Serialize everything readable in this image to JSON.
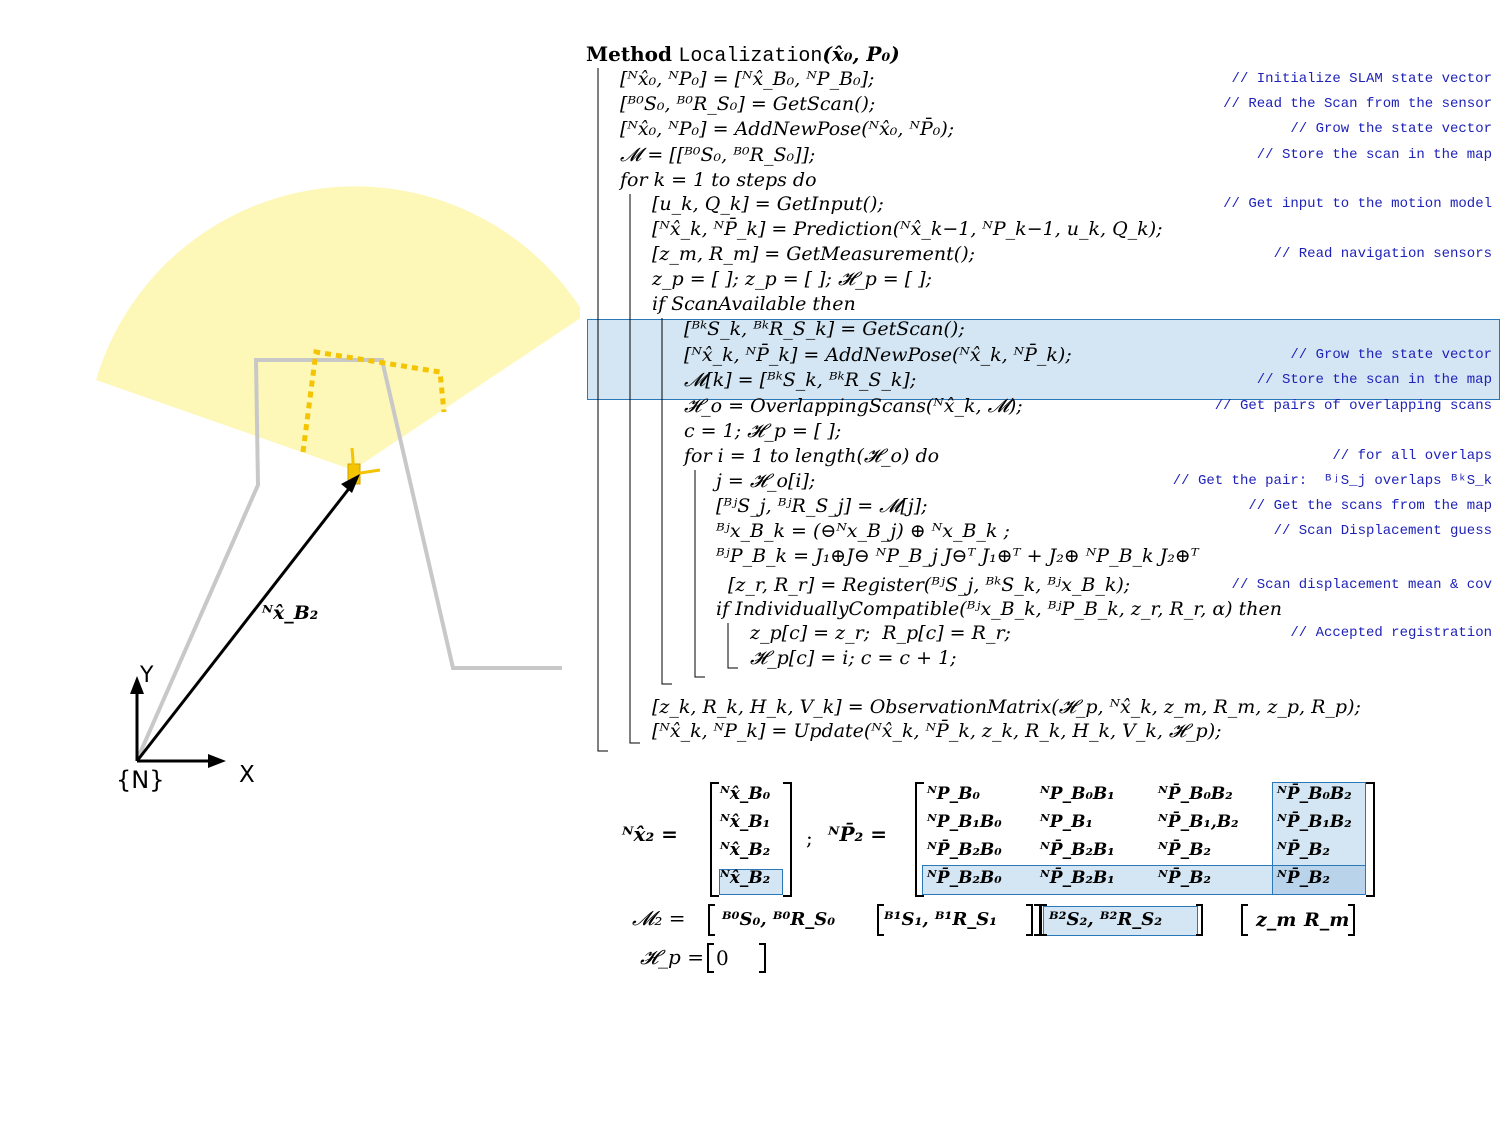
{
  "figure": {
    "frame": {
      "origin_label": "{N}",
      "x_label": "X",
      "y_label": "Y",
      "pose_vector_label": "ᴺx̂_B₂"
    },
    "colors": {
      "scan_fan": "#fdf7b8",
      "scan_points": "#f5c400",
      "environment_walls": "#c8c8c8",
      "highlight_fill": "#d4e6f3",
      "highlight_border": "#2a78b8",
      "comment_text": "#1f22b8"
    }
  },
  "algorithm": {
    "method_keyword": "Method",
    "method_name": "Localization",
    "method_args": "(x̂₀, P₀)",
    "lines": [
      {
        "code": "[ᴺx̂₀, ᴺP₀] = [ᴺx̂_B₀, ᴺP_B₀];",
        "comment": "// Initialize SLAM state vector"
      },
      {
        "code": "[ᴮ⁰S₀, ᴮ⁰R_S₀] = GetScan();",
        "comment": "// Read the Scan from the sensor"
      },
      {
        "code": "[ᴺx̂₀, ᴺP₀] = AddNewPose(ᴺx̂₀, ᴺP̄₀);",
        "comment": "// Grow the state vector"
      },
      {
        "code": "𝓜 = [[ᴮ⁰S₀, ᴮ⁰R_S₀]];",
        "comment": "// Store the scan in the map"
      },
      {
        "code": "for k = 1 to steps do",
        "comment": ""
      },
      {
        "code": "[u_k, Q_k] = GetInput();",
        "comment": "// Get input to the motion model"
      },
      {
        "code": "[ᴺx̂_k, ᴺP̄_k] = Prediction(ᴺx̂_k−1, ᴺP_k−1, u_k, Q_k);",
        "comment": ""
      },
      {
        "code": "[z_m, R_m] = GetMeasurement();",
        "comment": "// Read navigation sensors"
      },
      {
        "code": "z_p = [ ]; z_p = [ ]; 𝓗_p = [ ];",
        "comment": ""
      },
      {
        "code": "if ScanAvailable then",
        "comment": ""
      },
      {
        "code": "[ᴮᵏS_k, ᴮᵏR_S_k] = GetScan();",
        "comment": ""
      },
      {
        "code": "[ᴺx̂_k, ᴺP̄_k] = AddNewPose(ᴺx̂_k, ᴺP̄_k);",
        "comment": "// Grow the state vector"
      },
      {
        "code": "𝓜[k] = [ᴮᵏS_k, ᴮᵏR_S_k];",
        "comment": "// Store the scan in the map"
      },
      {
        "code": "𝓗_o = OverlappingScans(ᴺx̂_k, 𝓜);",
        "comment": "// Get pairs of overlapping scans"
      },
      {
        "code": "c = 1; 𝓗_p = [ ];",
        "comment": ""
      },
      {
        "code": "for i = 1 to length(𝓗_o) do",
        "comment": "// for all overlaps"
      },
      {
        "code": "j = 𝓗_o[i];",
        "comment": "// Get the pair:  ᴮʲS_j overlaps ᴮᵏS_k"
      },
      {
        "code": "[ᴮʲS_j, ᴮʲR_S_j] = 𝓜[j];",
        "comment": "// Get the scans from the map"
      },
      {
        "code": "ᴮʲx_B_k = (⊖ᴺx_B_j) ⊕ ᴺx_B_k ;",
        "comment": "// Scan Displacement guess"
      },
      {
        "code": "ᴮʲP_B_k = J₁⊕J⊖ ᴺP_B_j J⊖ᵀ J₁⊕ᵀ + J₂⊕ ᴺP_B_k J₂⊕ᵀ",
        "comment": ""
      },
      {
        "code": "[z_r, R_r] = Register(ᴮʲS_j, ᴮᵏS_k, ᴮʲx_B_k);",
        "comment": "// Scan displacement mean & cov"
      },
      {
        "code": "if IndividuallyCompatible(ᴮʲx_B_k, ᴮʲP_B_k, z_r, R_r, α) then",
        "comment": ""
      },
      {
        "code": "z_p[c] = z_r;  R_p[c] = R_r;",
        "comment": "// Accepted registration"
      },
      {
        "code": "𝓗_p[c] = i; c = c + 1;",
        "comment": ""
      },
      {
        "code": "[z_k, R_k, H_k, V_k] = ObservationMatrix(𝓗_p, ᴺx̂_k, z_m, R_m, z_p, R_p);",
        "comment": ""
      },
      {
        "code": "[ᴺx̂_k, ᴺP_k] = Update(ᴺx̂_k, ᴺP̄_k, z_k, R_k, H_k, V_k, 𝓗_p);",
        "comment": ""
      }
    ]
  },
  "state": {
    "x_lhs": "ᴺx̂₂ =",
    "x_entries": [
      "ᴺx̂_B₀",
      "ᴺx̂_B₁",
      "ᴺx̂_B₂",
      "ᴺx̂_B₂"
    ],
    "separator": ";",
    "p_lhs": "ᴺP̄₂ =",
    "p_rows": [
      [
        "ᴺP_B₀",
        "ᴺP_B₀B₁",
        "ᴺP̄_B₀B₂",
        "ᴺP̄_B₀B₂"
      ],
      [
        "ᴺP_B₁B₀",
        "ᴺP_B₁",
        "ᴺP̄_B₁,B₂",
        "ᴺP̄_B₁B₂"
      ],
      [
        "ᴺP̄_B₂B₀",
        "ᴺP̄_B₂B₁",
        "ᴺP̄_B₂",
        "ᴺP̄_B₂"
      ],
      [
        "ᴺP̄_B₂B₀",
        "ᴺP̄_B₂B₁",
        "ᴺP̄_B₂",
        "ᴺP̄_B₂"
      ]
    ],
    "map_lhs": "𝓜₂ =",
    "map_entries": [
      "ᴮ⁰S₀, ᴮ⁰R_S₀",
      "ᴮ¹S₁, ᴮ¹R_S₁",
      "ᴮ²S₂, ᴮ²R_S₂"
    ],
    "measure_entries": [
      "z_m",
      "R_m"
    ],
    "hp_lhs": "𝓗_p =",
    "hp_entries": [
      "0"
    ]
  }
}
